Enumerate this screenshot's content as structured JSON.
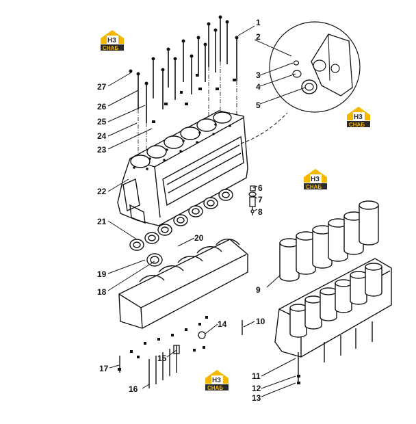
{
  "logos": [
    {
      "id": "logo-1",
      "badge": "H3",
      "caption": "СНАБ"
    },
    {
      "id": "logo-2",
      "badge": "H3",
      "caption": "СНАБ"
    },
    {
      "id": "logo-3",
      "badge": "H3",
      "caption": "СНАБ"
    },
    {
      "id": "logo-4",
      "badge": "H3",
      "caption": "СНАБ"
    }
  ],
  "callouts": [
    "1",
    "2",
    "3",
    "4",
    "5",
    "6",
    "7",
    "8",
    "9",
    "10",
    "11",
    "12",
    "13",
    "14",
    "15",
    "16",
    "17",
    "18",
    "19",
    "20",
    "21",
    "22",
    "23",
    "24",
    "25",
    "26",
    "27"
  ],
  "colors": {
    "logo_yellow": "#f5b800",
    "logo_dark": "#2a2a2a",
    "line": "#111111",
    "background": "#ffffff"
  }
}
